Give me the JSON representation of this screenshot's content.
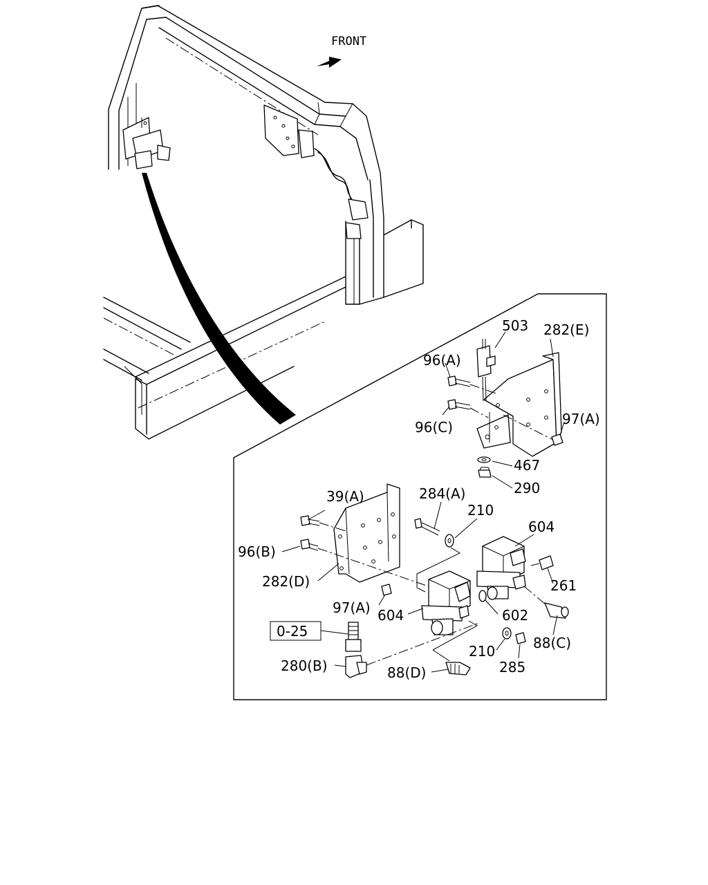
{
  "header": {
    "front_label": "FRONT"
  },
  "labels": {
    "l503": "503",
    "l282E": "282(E)",
    "l96A": "96(A)",
    "l96C": "96(C)",
    "l97A_top": "97(A)",
    "l467": "467",
    "l290": "290",
    "l39A": "39(A)",
    "l284A": "284(A)",
    "l210_top": "210",
    "l604_right": "604",
    "l96B": "96(B)",
    "l282D": "282(D)",
    "l261": "261",
    "l97A_bottom": "97(A)",
    "l604_left": "604",
    "l602": "602",
    "l0_25": "0-25",
    "l88C": "88(C)",
    "l210_bottom": "210",
    "l285": "285",
    "l280B": "280(B)",
    "l88D": "88(D)"
  }
}
